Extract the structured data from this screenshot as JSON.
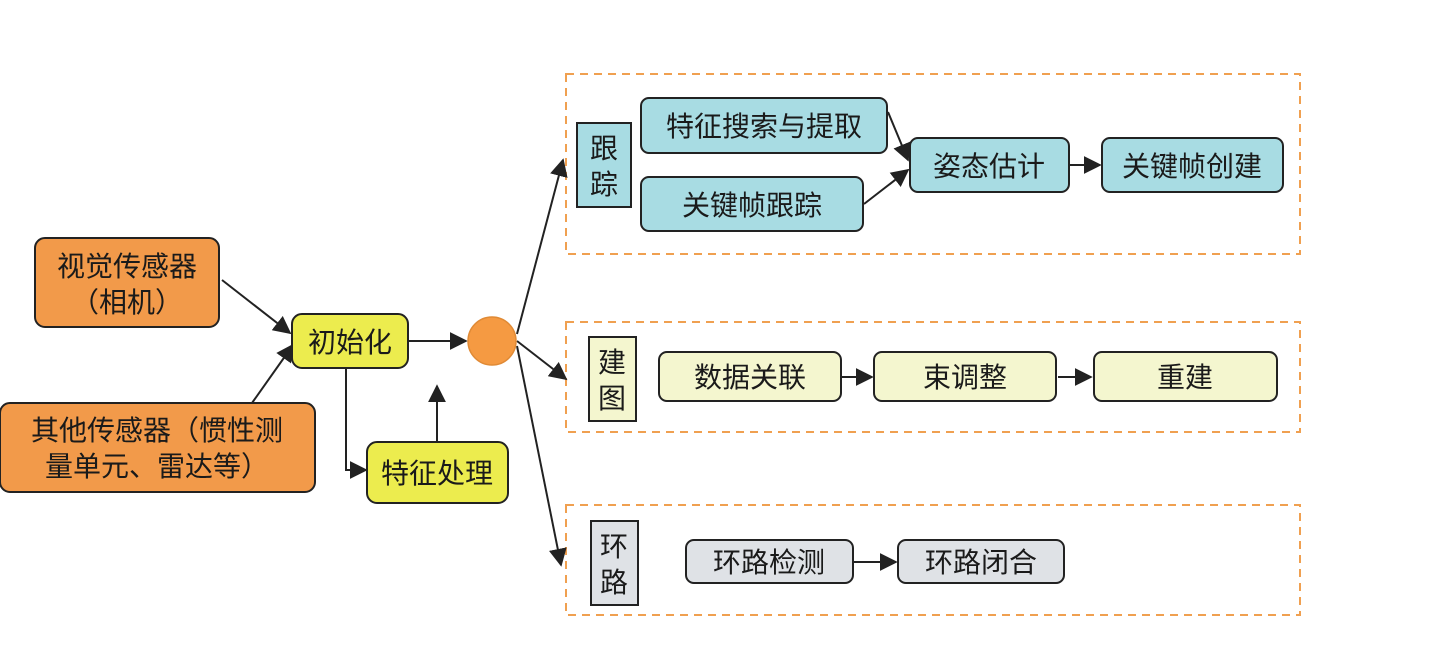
{
  "colors": {
    "sensor_fill": "#f29a4a",
    "process_fill": "#ecec4e",
    "hub_fill": "#f59a42",
    "tracking_fill": "#a8dce3",
    "mapping_fill": "#f4f6cf",
    "loop_fill": "#dfe2e6",
    "section_border": "#f0a050",
    "stroke": "#222222"
  },
  "inputs": {
    "visual_sensor": {
      "line1": "视觉传感器",
      "line2": "（相机）"
    },
    "other_sensor": {
      "line1": "其他传感器（惯性测",
      "line2": "量单元、雷达等）"
    }
  },
  "process": {
    "init": "初始化",
    "feature_processing": "特征处理"
  },
  "sections": {
    "tracking": {
      "label_line1": "跟",
      "label_line2": "踪",
      "feature_search": "特征搜索与提取",
      "keyframe_tracking": "关键帧跟踪",
      "pose_estimation": "姿态估计",
      "keyframe_creation": "关键帧创建"
    },
    "mapping": {
      "label_line1": "建",
      "label_line2": "图",
      "data_association": "数据关联",
      "bundle_adjustment": "束调整",
      "reconstruction": "重建"
    },
    "loop": {
      "label_line1": "环",
      "label_line2": "路",
      "loop_detection": "环路检测",
      "loop_closure": "环路闭合"
    }
  }
}
